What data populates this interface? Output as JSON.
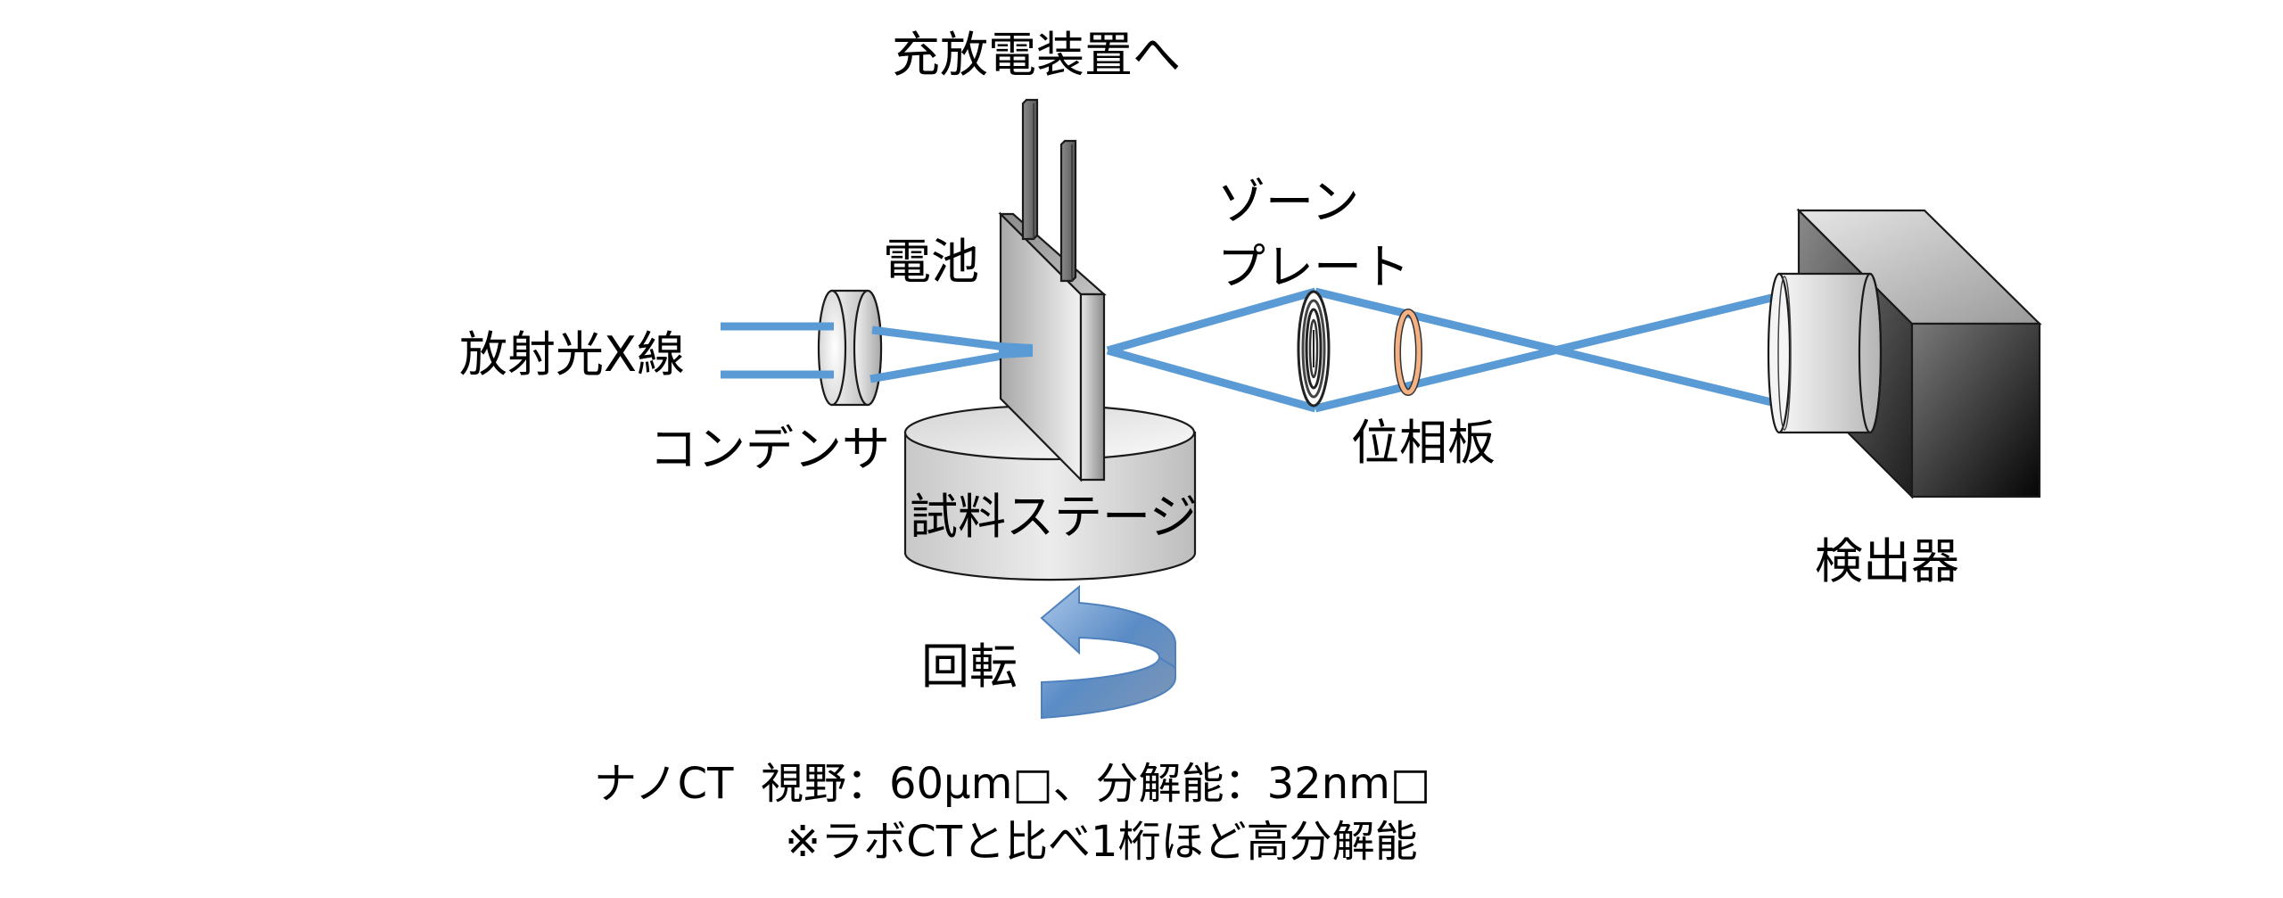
{
  "diagram": {
    "title": "ナノCT 光学系 模式図",
    "labels": {
      "charger": "充放電装置へ",
      "battery": "電池",
      "synchrotron_xray": "放射光X線",
      "condenser": "コンデンサ",
      "sample_stage": "試料ステージ",
      "rotation": "回転",
      "zone_plate_line1": "ゾーン",
      "zone_plate_line2": "プレート",
      "phase_plate": "位相板",
      "detector": "検出器"
    },
    "notes": {
      "line1": "ナノCT  視野：60μm□、分解能：32nm□",
      "line2": "※ラボCTと比べ1桁ほど高分解能"
    },
    "specs": {
      "field_of_view": "60μm□",
      "resolution": "32nm□"
    },
    "colors": {
      "beam": "#5b9bd5",
      "phase_plate": "#f4b183",
      "rotation_arrow": "#4f81bd"
    }
  }
}
